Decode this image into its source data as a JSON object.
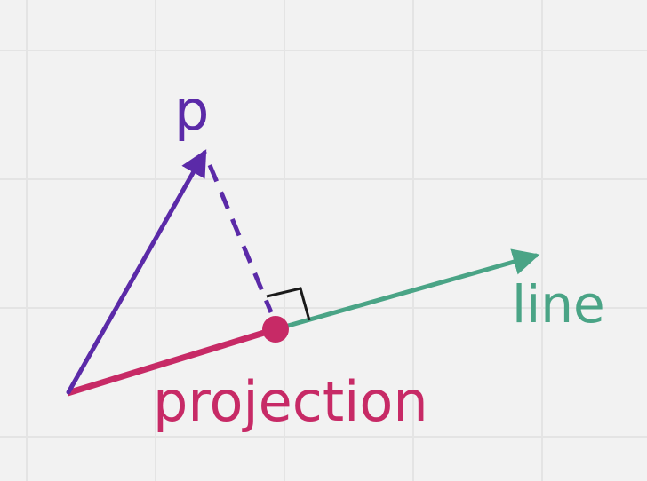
{
  "colors": {
    "background": "#f2f2f2",
    "grid": "#e4e4e4",
    "vector_p": "#5b2aa8",
    "line": "#4aa486",
    "projection": "#c72a66",
    "right_angle_marker": "#1a1a1a"
  },
  "labels": {
    "p": "p",
    "line": "line",
    "projection": "projection"
  }
}
